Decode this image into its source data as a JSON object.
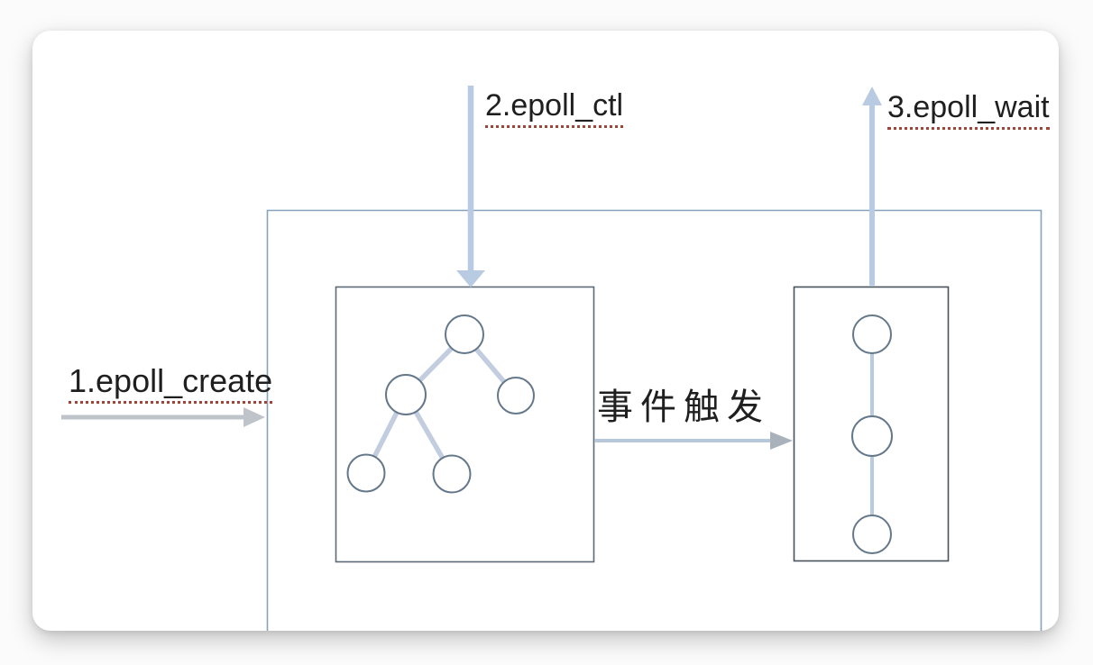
{
  "diagram": {
    "type": "flow-diagram",
    "steps": [
      {
        "id": "epoll_create",
        "label": "1.epoll_create"
      },
      {
        "id": "epoll_ctl",
        "label": "2.epoll_ctl"
      },
      {
        "id": "epoll_wait",
        "label": "3.epoll_wait"
      }
    ],
    "event_label": "事件触发",
    "tree": {
      "node_count": 5,
      "edge_count": 4
    },
    "list": {
      "node_count": 3,
      "connector_count": 2
    },
    "colors": {
      "text": "#1f1f1f",
      "spellcheck_underline": "#a04438",
      "arrow_blue": "#b8cbe2",
      "arrow_gray": "#bfc4ca",
      "event_line": "#b7c8da",
      "event_head": "#a9b2ba",
      "edge_blue": "#c2cedf",
      "outer_box_border": "#86a3bd",
      "tree_box_border": "#5d6b77",
      "list_box_border": "#4a535b",
      "node_stroke": "#64788a",
      "card_background": "#ffffff"
    }
  }
}
